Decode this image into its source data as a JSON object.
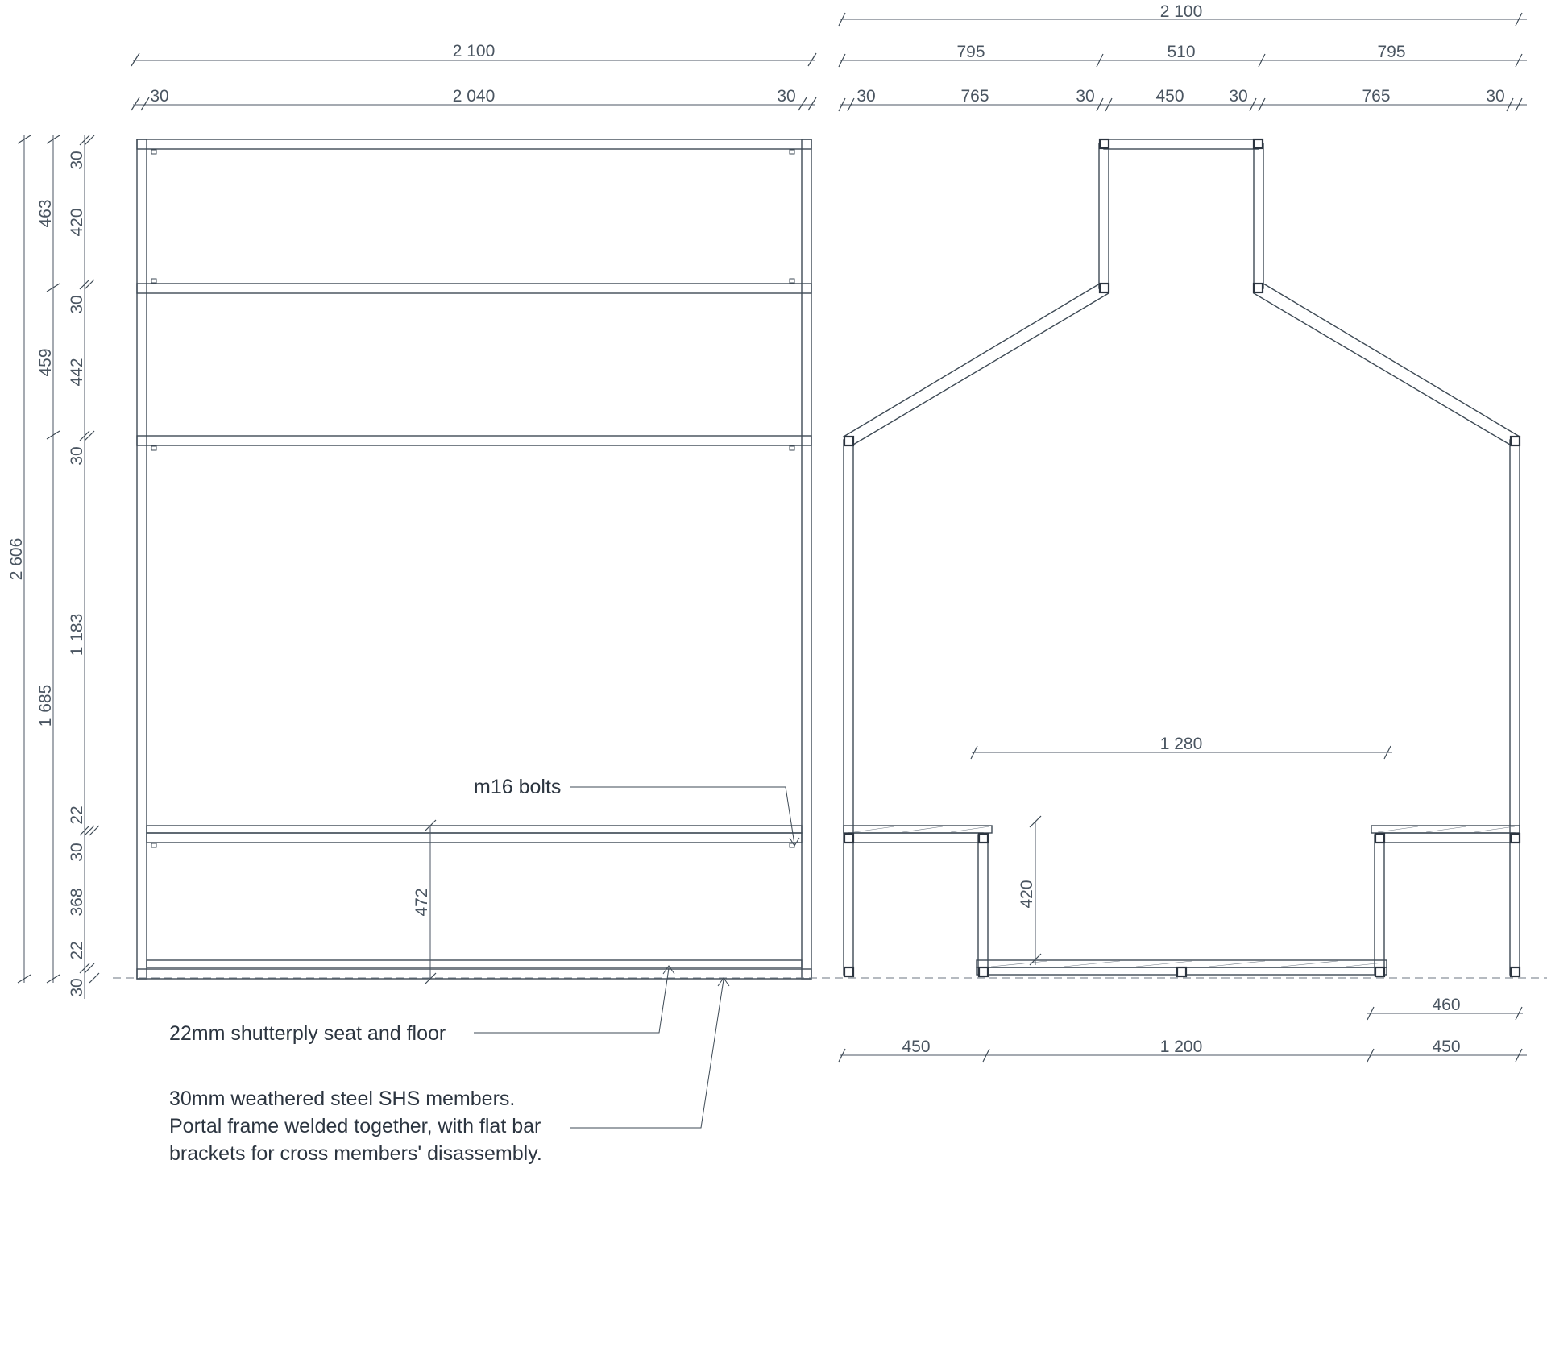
{
  "front_elevation": {
    "dims_top": {
      "overall": "2 100",
      "inner": "2 040",
      "left_member": "30",
      "right_member": "30"
    },
    "dims_left_outer": "2 606",
    "dims_left_mid": {
      "upper": "463",
      "middle": "459",
      "lower": "1 685"
    },
    "dims_left_inner": [
      "30",
      "420",
      "30",
      "442",
      "30",
      "1 183",
      "22",
      "30",
      "368",
      "22",
      "30"
    ],
    "seat_height": "472"
  },
  "side_elevation": {
    "dims_top_overall": "2 100",
    "dims_top_segments": [
      "795",
      "510",
      "795"
    ],
    "dims_top_detail": [
      "30",
      "765",
      "30",
      "450",
      "30",
      "765",
      "30"
    ],
    "dim_clear_span": "1 280",
    "dim_seat_height": "420",
    "dim_seat_depth": "460",
    "dims_bottom": [
      "450",
      "1 200",
      "450"
    ]
  },
  "annotations": {
    "bolts": "m16 bolts",
    "seat_floor": "22mm shutterply seat and floor",
    "steel_line1": "30mm weathered steel SHS members.",
    "steel_line2": "Portal frame welded together, with flat bar",
    "steel_line3": "brackets for cross members' disassembly."
  }
}
